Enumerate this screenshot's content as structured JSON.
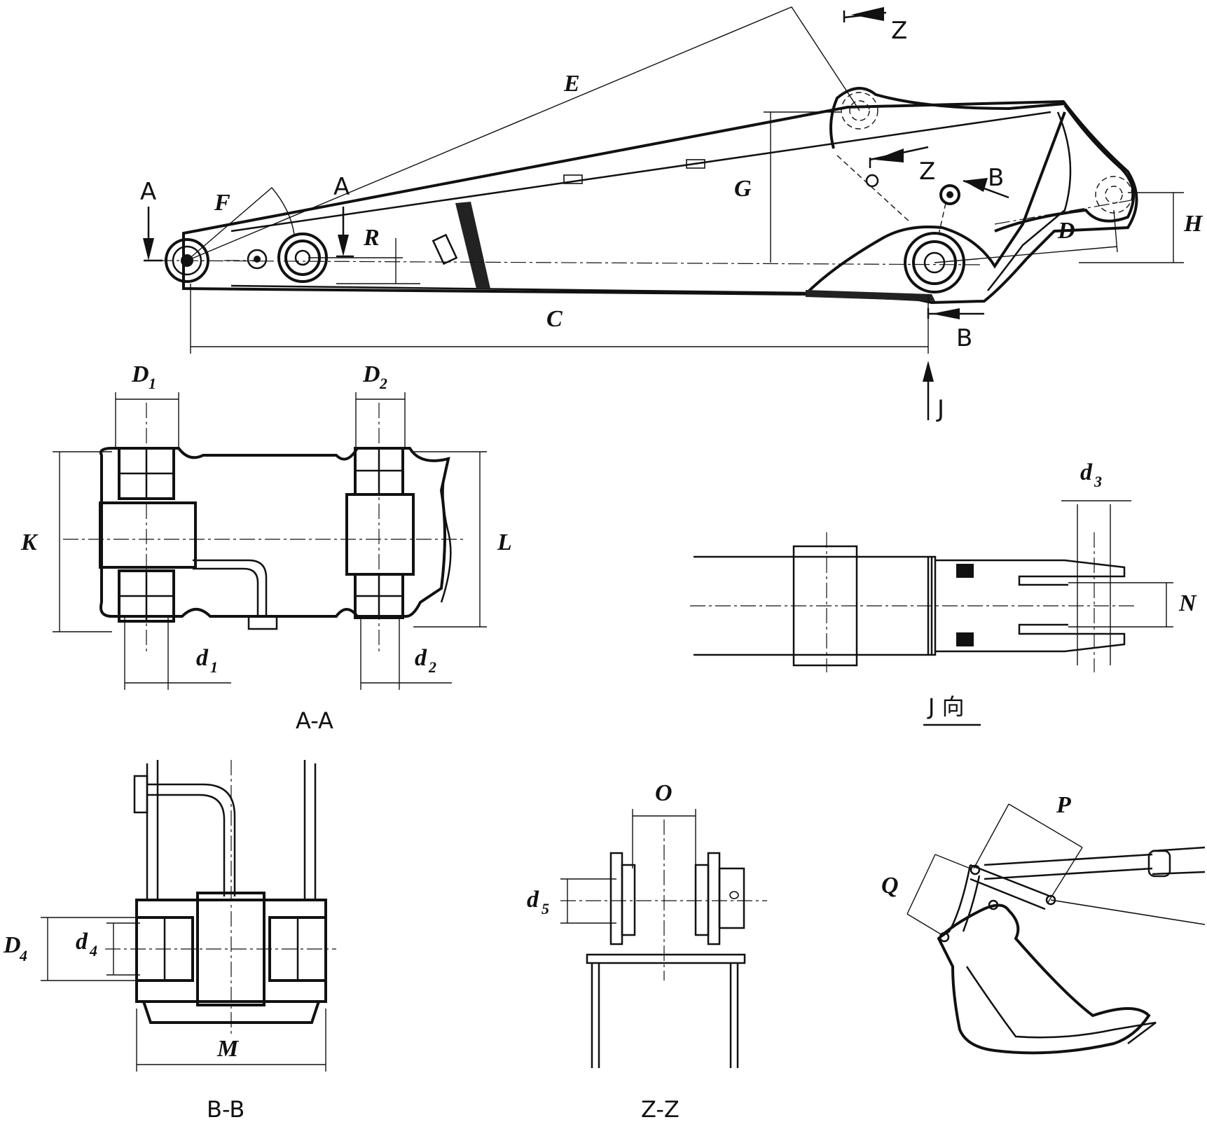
{
  "dimensions": {
    "C": "C",
    "D": "D",
    "E": "E",
    "F": "F",
    "G": "G",
    "H": "H",
    "R": "R",
    "K": "K",
    "L": "L",
    "N": "N",
    "M": "M",
    "O": "O",
    "P": "P",
    "Q": "Q",
    "D1": "D",
    "D2": "D",
    "D4": "D",
    "d1": "d",
    "d2": "d",
    "d3": "d",
    "d4": "d",
    "d5": "d",
    "sub1": "1",
    "sub2": "2",
    "sub3": "3",
    "sub4": "4",
    "sub5": "5"
  },
  "section_markers": {
    "A": "A",
    "B": "B",
    "Z": "Z",
    "J": "J"
  },
  "captions": {
    "aa": "A-A",
    "bb": "B-B",
    "zz": "Z-Z",
    "j_view": "J 向"
  }
}
